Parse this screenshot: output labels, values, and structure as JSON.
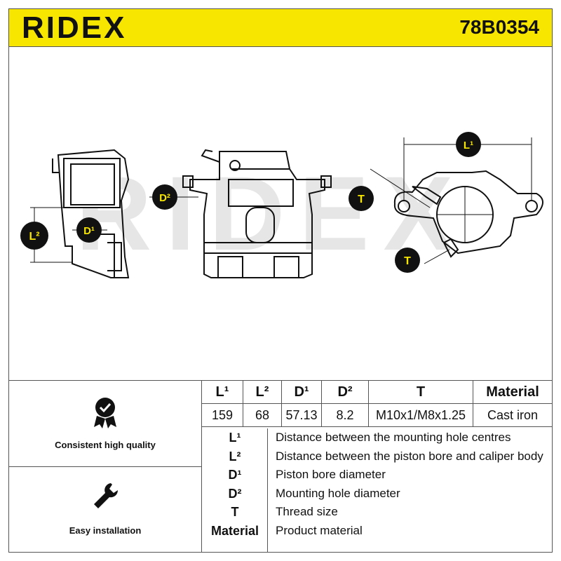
{
  "header": {
    "brand": "RIDEX",
    "part_number": "78B0354"
  },
  "watermark": "RIDEX",
  "drawing": {
    "badges": {
      "l1": "L¹",
      "l2": "L²",
      "d1": "D¹",
      "d2": "D²",
      "t_top": "T",
      "t_bottom": "T"
    }
  },
  "features": [
    {
      "label": "Consistent high quality",
      "icon": "shield-check-icon"
    },
    {
      "label": "Easy installation",
      "icon": "wrench-icon"
    }
  ],
  "spec_table": {
    "headers": [
      "L¹",
      "L²",
      "D¹",
      "D²",
      "T",
      "Material"
    ],
    "values": [
      "159",
      "68",
      "57.13",
      "8.2",
      "M10x1/M8x1.25",
      "Cast iron"
    ]
  },
  "legend": [
    {
      "symbol": "L¹",
      "description": "Distance between the mounting hole centres"
    },
    {
      "symbol": "L²",
      "description": "Distance between the piston bore and caliper body"
    },
    {
      "symbol": "D¹",
      "description": "Piston bore diameter"
    },
    {
      "symbol": "D²",
      "description": "Mounting hole diameter"
    },
    {
      "symbol": "T",
      "description": "Thread size"
    },
    {
      "symbol": "Material",
      "description": "Product material"
    }
  ],
  "colors": {
    "brand_yellow": "#f7e600",
    "ink": "#111111",
    "watermark": "#e6e6e6"
  }
}
